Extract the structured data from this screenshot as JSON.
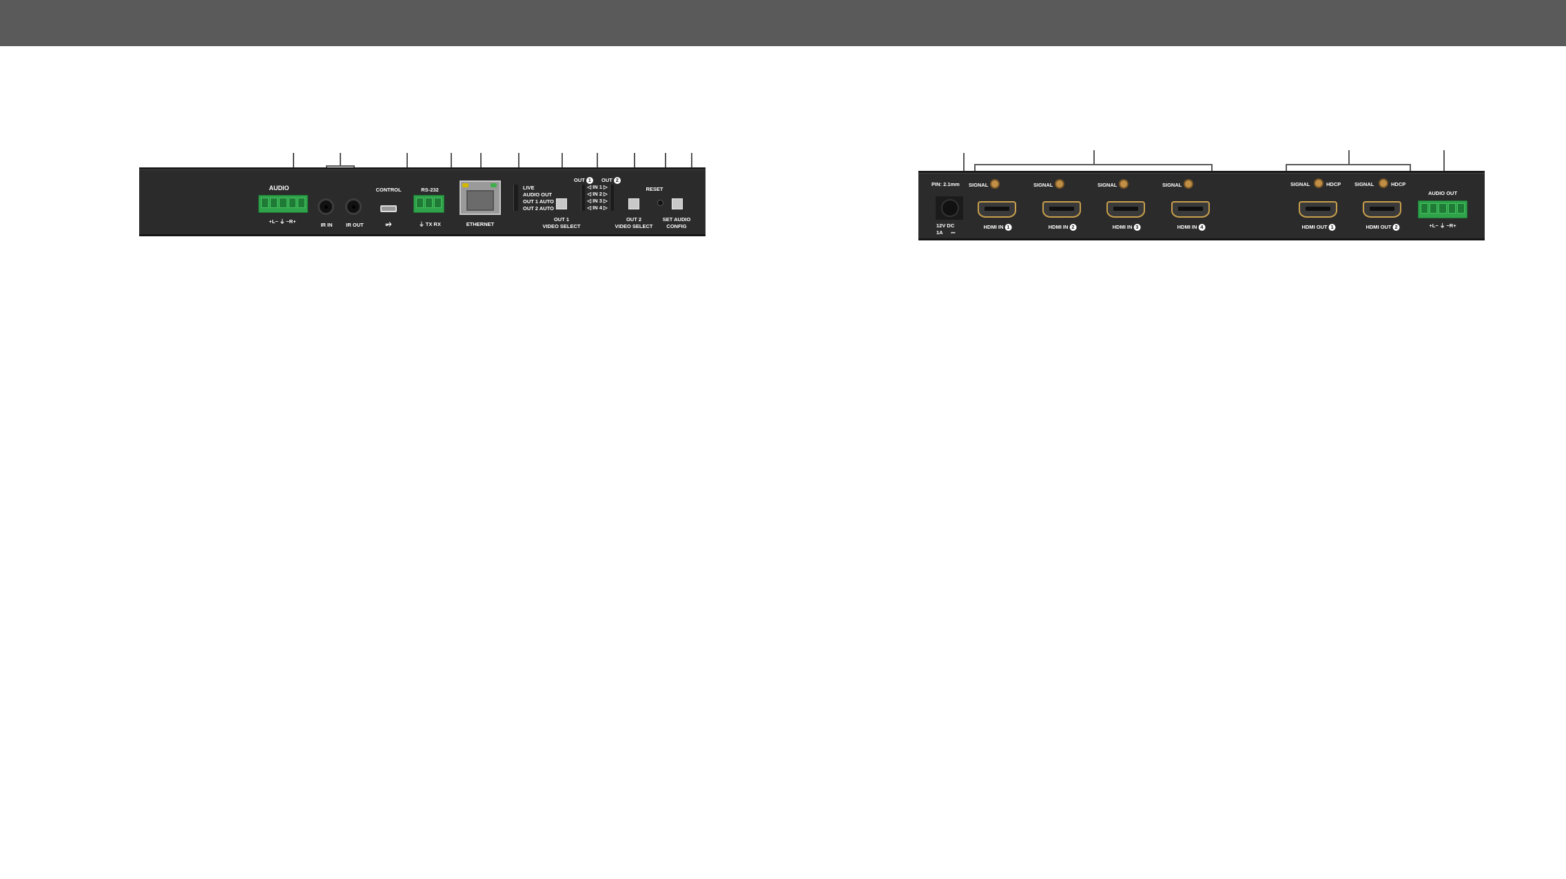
{
  "front_panel": {
    "audio_title": "AUDIO",
    "audio_pins": "+L−  ⏚  −R+",
    "ir_in": "IR IN",
    "ir_out": "IR OUT",
    "control": "CONTROL",
    "usb_symbol": "⭌",
    "rs232": "RS-232",
    "rs232_pins": "⏚ TX RX",
    "ethernet": "ETHERNET",
    "status_leds": [
      "LIVE",
      "AUDIO OUT",
      "OUT 1 AUTO",
      "OUT 2 AUTO"
    ],
    "out1_header": "OUT",
    "out2_header": "OUT",
    "out1_num": "1",
    "out2_num": "2",
    "inputs": [
      "◁ IN 1 ▷",
      "◁ IN 2 ▷",
      "◁ IN 3 ▷",
      "◁ IN 4 ▷"
    ],
    "out1_select_l1": "OUT 1",
    "out1_select_l2": "VIDEO SELECT",
    "out2_select_l1": "OUT 2",
    "out2_select_l2": "VIDEO SELECT",
    "reset": "RESET",
    "set_audio_l1": "SET AUDIO",
    "set_audio_l2": "CONFIG"
  },
  "rear_panel": {
    "pin": "PIN: 2.1mm",
    "dc_l1": "12V DC",
    "dc_l2": "1A",
    "dc_symbol": "⎓",
    "signal": "SIGNAL",
    "hdcp": "HDCP",
    "hdmi_in_label": "HDMI IN",
    "hdmi_out_label": "HDMI OUT",
    "hdmi_in_nums": [
      "1",
      "2",
      "3",
      "4"
    ],
    "hdmi_out_nums": [
      "1",
      "2"
    ],
    "audio_out": "AUDIO OUT",
    "audio_pins": "+L−  ⏚  −R+"
  },
  "colors": {
    "topbar": "#5a5a5a",
    "panel": "#2b2b2b",
    "terminal_green": "#2fa24a",
    "hdmi_gold": "#c9a04c"
  }
}
